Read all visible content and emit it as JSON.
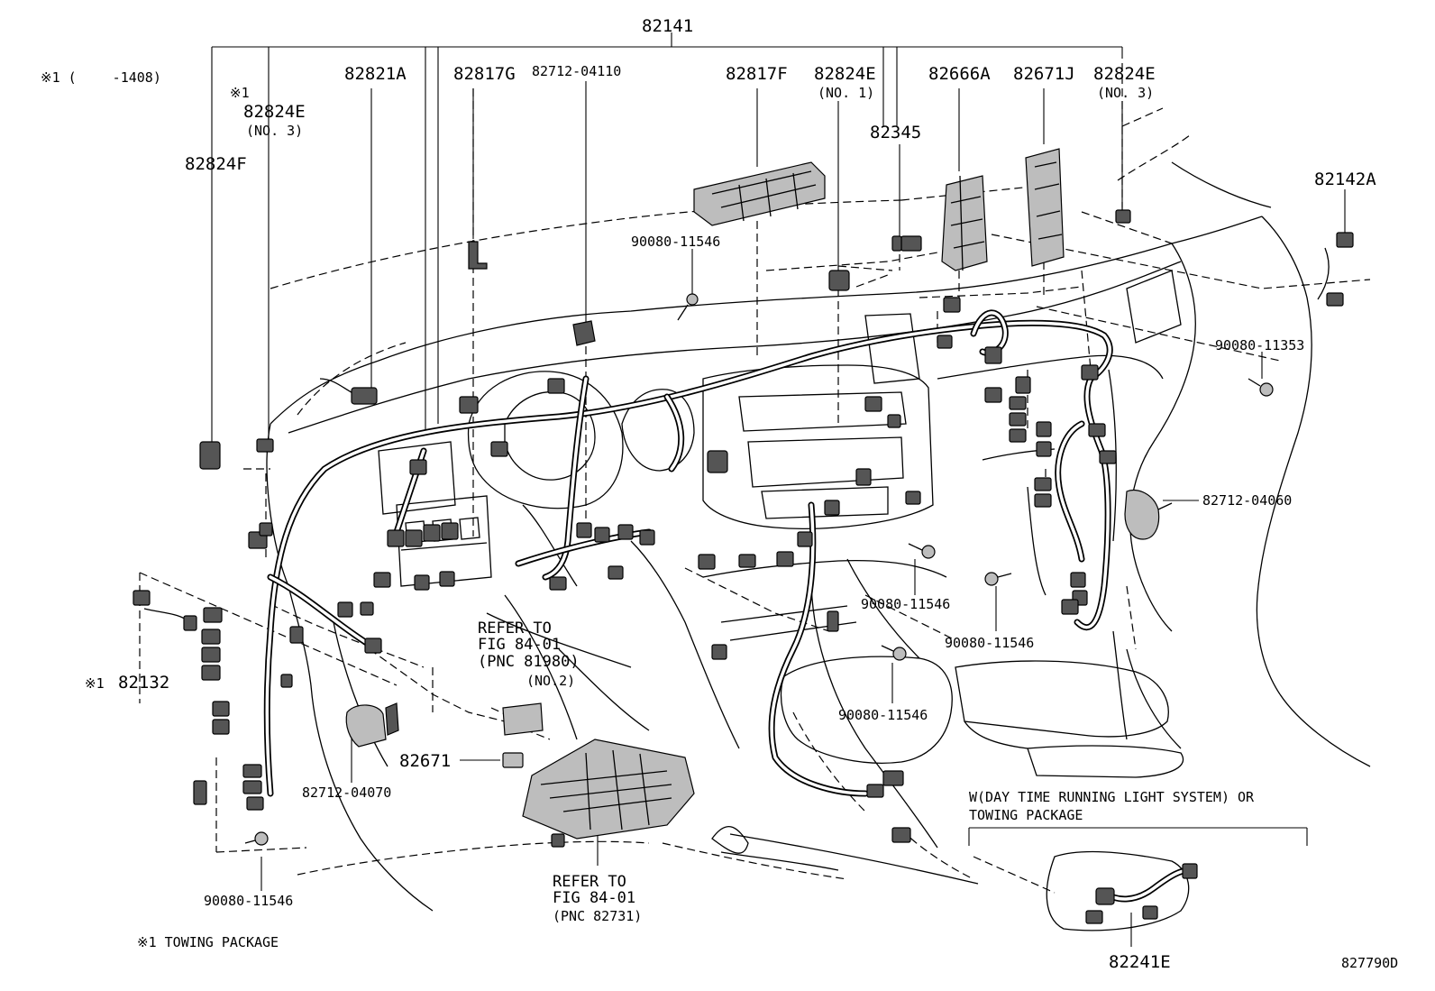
{
  "labels": {
    "main_harness": "82141",
    "note_range_prefix": "※1 (",
    "note_range_value": "-1408)",
    "towing_mark": "※1",
    "p_82824E_left": "82824E",
    "p_82824E_left_no": "(NO. 3)",
    "p_82824F": "82824F",
    "p_82821A": "82821A",
    "p_82817G": "82817G",
    "p_82712_04110": "82712-04110",
    "p_82817F": "82817F",
    "p_82824E_no1": "82824E",
    "p_82824E_no1_no": "(NO. 1)",
    "p_82345": "82345",
    "p_82666A": "82666A",
    "p_82671J": "82671J",
    "p_82824E_right": "82824E",
    "p_82824E_right_no": "(NO. 3)",
    "p_82142A": "82142A",
    "b_90080_11546_top": "90080-11546",
    "b_90080_11353": "90080-11353",
    "p_82712_04060": "82712-04060",
    "b_90080_11546_center": "90080-11546",
    "b_90080_11546_right": "90080-11546",
    "b_90080_11546_lower": "90080-11546",
    "refer1_line1": "REFER TO",
    "refer1_line2": "FIG 84-01",
    "refer1_line3": "(PNC 81980)",
    "refer1_line4": "(NO.2)",
    "p_82132_mark": "※1",
    "p_82132": "82132",
    "p_82671": "82671",
    "p_82712_04070": "82712-04070",
    "b_90080_11546_left": "90080-11546",
    "refer2_line1": "REFER TO",
    "refer2_line2": "FIG 84-01",
    "refer2_line3": "(PNC 82731)",
    "w_note_line1": "W(DAY TIME RUNNING LIGHT SYSTEM) OR",
    "w_note_line2": "TOWING PACKAGE",
    "p_82241E": "82241E",
    "footnote": "※1 TOWING PACKAGE",
    "figure_code": "827790D"
  }
}
